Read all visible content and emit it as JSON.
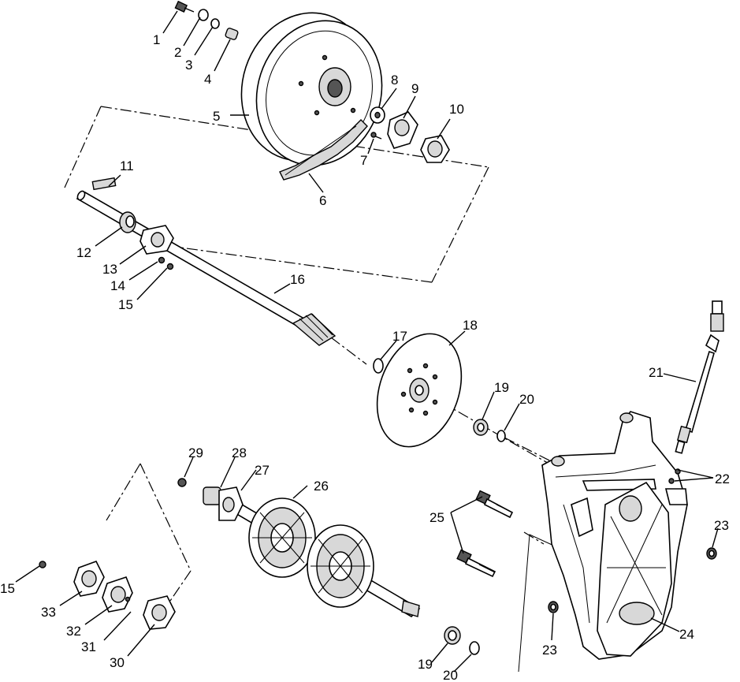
{
  "callouts": [
    {
      "id": "c1",
      "text": "1"
    },
    {
      "id": "c2",
      "text": "2"
    },
    {
      "id": "c3",
      "text": "3"
    },
    {
      "id": "c4",
      "text": "4"
    },
    {
      "id": "c5",
      "text": "5"
    },
    {
      "id": "c6",
      "text": "6"
    },
    {
      "id": "c7",
      "text": "7"
    },
    {
      "id": "c8",
      "text": "8"
    },
    {
      "id": "c9",
      "text": "9"
    },
    {
      "id": "c10",
      "text": "10"
    },
    {
      "id": "c11",
      "text": "11"
    },
    {
      "id": "c12",
      "text": "12"
    },
    {
      "id": "c13",
      "text": "13"
    },
    {
      "id": "c14",
      "text": "14"
    },
    {
      "id": "c15a",
      "text": "15"
    },
    {
      "id": "c16",
      "text": "16"
    },
    {
      "id": "c17",
      "text": "17"
    },
    {
      "id": "c18",
      "text": "18"
    },
    {
      "id": "c19a",
      "text": "19"
    },
    {
      "id": "c20a",
      "text": "20"
    },
    {
      "id": "c21",
      "text": "21"
    },
    {
      "id": "c22",
      "text": "22"
    },
    {
      "id": "c23a",
      "text": "23"
    },
    {
      "id": "c24",
      "text": "24"
    },
    {
      "id": "c25",
      "text": "25"
    },
    {
      "id": "c26",
      "text": "26"
    },
    {
      "id": "c27",
      "text": "27"
    },
    {
      "id": "c28",
      "text": "28"
    },
    {
      "id": "c29",
      "text": "29"
    },
    {
      "id": "c15b",
      "text": "15"
    },
    {
      "id": "c33",
      "text": "33"
    },
    {
      "id": "c32",
      "text": "32"
    },
    {
      "id": "c31",
      "text": "31"
    },
    {
      "id": "c30",
      "text": "30"
    },
    {
      "id": "c19b",
      "text": "19"
    },
    {
      "id": "c20b",
      "text": "20"
    },
    {
      "id": "c23b",
      "text": "23"
    }
  ]
}
